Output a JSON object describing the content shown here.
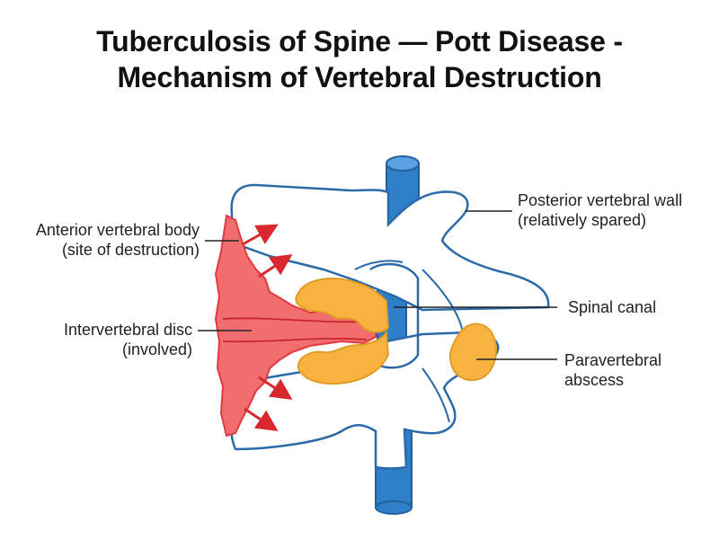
{
  "title": {
    "line1": "Tuberculosis of Spine — Pott Disease -",
    "line2": "Mechanism of Vertebral Destruction"
  },
  "labels": {
    "anterior_body": {
      "line1": "Anterior vertebral body",
      "line2": "(site of destruction)"
    },
    "disc": {
      "line1": "Intervertebral disc",
      "line2": "(involved)"
    },
    "posterior_wall": {
      "line1": "Posterior vertebral wall",
      "line2": "(relatively spared)"
    },
    "spinal_canal": {
      "line1": "Spinal canal"
    },
    "abscess": {
      "line1": "Paravertebral",
      "line2": "abscess"
    }
  },
  "colors": {
    "outline": "#2b6aa8",
    "destruction_red": "#e9474c",
    "destruction_fill": "#f26e6e",
    "abscess_orange": "#f7b23f",
    "spinal_cord_blue": "#2f7fc8",
    "arrow_red": "#d8282e"
  }
}
